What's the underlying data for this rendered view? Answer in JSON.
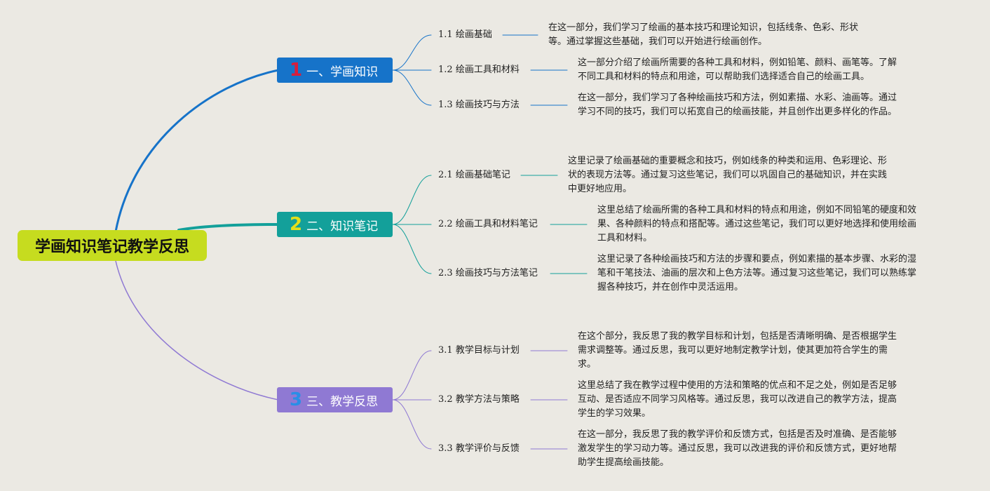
{
  "root": {
    "title": "学画知识笔记教学反思"
  },
  "colors": {
    "root": "#c6dc1f",
    "branch1": "#1673c9",
    "branch2": "#13a09a",
    "branch3": "#8f79d3"
  },
  "branches": [
    {
      "num": "1",
      "label": "一、学画知识",
      "items": [
        {
          "num": "1.1",
          "title": "绘画基础",
          "desc": [
            "在这一部分，我们学习了绘画的基本技巧和理论知识，包括线条、色彩、形状",
            "等。通过掌握这些基础，我们可以开始进行绘画创作。"
          ]
        },
        {
          "num": "1.2",
          "title": "绘画工具和材料",
          "desc": [
            "这一部分介绍了绘画所需要的各种工具和材料，例如铅笔、颜料、画笔等。了解",
            "不同工具和材料的特点和用途，可以帮助我们选择适合自己的绘画工具。"
          ]
        },
        {
          "num": "1.3",
          "title": "绘画技巧与方法",
          "desc": [
            "在这一部分，我们学习了各种绘画技巧和方法，例如素描、水彩、油画等。通过",
            "学习不同的技巧，我们可以拓宽自己的绘画技能，并且创作出更多样化的作品。"
          ]
        }
      ]
    },
    {
      "num": "2",
      "label": "二、知识笔记",
      "items": [
        {
          "num": "2.1",
          "title": "绘画基础笔记",
          "desc": [
            "这里记录了绘画基础的重要概念和技巧，例如线条的种类和运用、色彩理论、形",
            "状的表现方法等。通过复习这些笔记，我们可以巩固自己的基础知识，并在实践",
            "中更好地应用。"
          ]
        },
        {
          "num": "2.2",
          "title": "绘画工具和材料笔记",
          "desc": [
            "这里总结了绘画所需的各种工具和材料的特点和用途，例如不同铅笔的硬度和效",
            "果、各种颜料的特点和搭配等。通过这些笔记，我们可以更好地选择和使用绘画",
            "工具和材料。"
          ]
        },
        {
          "num": "2.3",
          "title": "绘画技巧与方法笔记",
          "desc": [
            "这里记录了各种绘画技巧和方法的步骤和要点，例如素描的基本步骤、水彩的湿",
            "笔和干笔技法、油画的层次和上色方法等。通过复习这些笔记，我们可以熟练掌",
            "握各种技巧，并在创作中灵活运用。"
          ]
        }
      ]
    },
    {
      "num": "3",
      "label": "三、教学反思",
      "items": [
        {
          "num": "3.1",
          "title": "教学目标与计划",
          "desc": [
            "在这个部分，我反思了我的教学目标和计划，包括是否清晰明确、是否根据学生",
            "需求调整等。通过反思，我可以更好地制定教学计划，使其更加符合学生的需",
            "求。"
          ]
        },
        {
          "num": "3.2",
          "title": "教学方法与策略",
          "desc": [
            "这里总结了我在教学过程中使用的方法和策略的优点和不足之处，例如是否足够",
            "互动、是否适应不同学习风格等。通过反思，我可以改进自己的教学方法，提高",
            "学生的学习效果。"
          ]
        },
        {
          "num": "3.3",
          "title": "教学评价与反馈",
          "desc": [
            "在这一部分，我反思了我的教学评价和反馈方式，包括是否及时准确、是否能够",
            "激发学生的学习动力等。通过反思，我可以改进我的评价和反馈方式，更好地帮",
            "助学生提高绘画技能。"
          ]
        }
      ]
    }
  ]
}
